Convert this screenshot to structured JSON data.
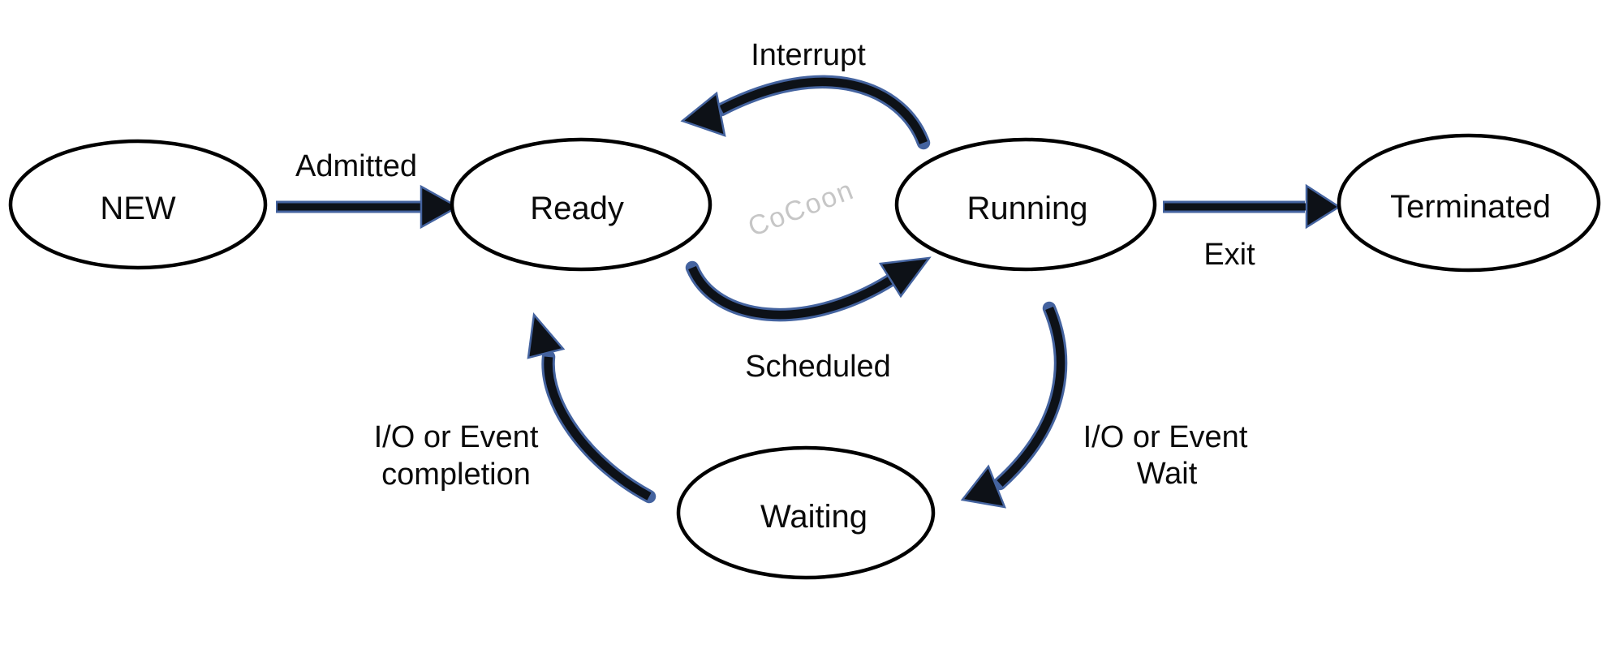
{
  "watermark": "CoCoon",
  "states": {
    "new": "NEW",
    "ready": "Ready",
    "running": "Running",
    "waiting": "Waiting",
    "terminated": "Terminated"
  },
  "transitions": {
    "admitted": "Admitted",
    "interrupt": "Interrupt",
    "scheduled": "Scheduled",
    "exit": "Exit",
    "io_completion": [
      "I/O or Event",
      "completion"
    ],
    "io_wait": [
      "I/O or Event",
      "Wait"
    ]
  },
  "colors": {
    "background": "#ffffff",
    "node_stroke": "#000000",
    "arrow_core": "#0d1117",
    "arrow_edge": "#44639f",
    "text": "#0a0a0a",
    "watermark": "#c6c6c6"
  }
}
